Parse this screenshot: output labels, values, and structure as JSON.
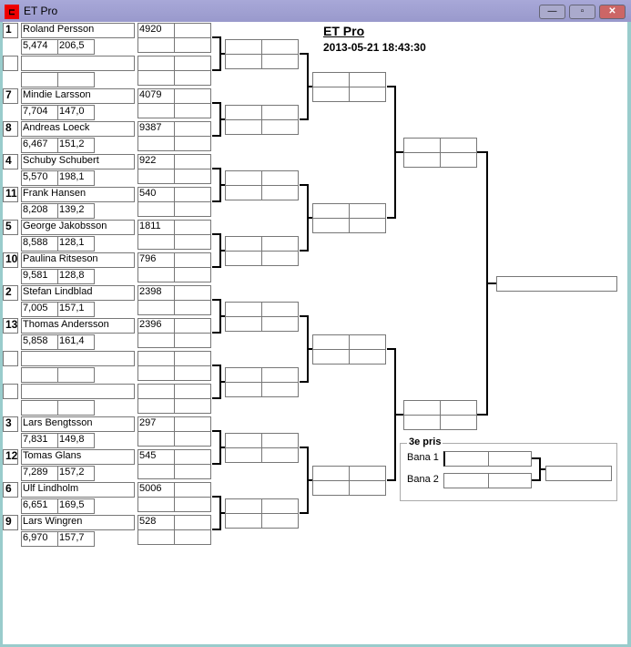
{
  "window": {
    "title": "ET Pro",
    "minimize": "—",
    "maximize": "▫",
    "close": "✕"
  },
  "header": {
    "title": "ET Pro",
    "datetime": "2013-05-21 18:43:30"
  },
  "players": [
    {
      "seed": "1",
      "name": "Roland Persson",
      "stat1": "5,474",
      "stat2": "206,5",
      "score": "4920"
    },
    {
      "seed": "",
      "name": "",
      "stat1": "",
      "stat2": "",
      "score": ""
    },
    {
      "seed": "7",
      "name": "Mindie Larsson",
      "stat1": "7,704",
      "stat2": "147,0",
      "score": "4079"
    },
    {
      "seed": "8",
      "name": "Andreas Loeck",
      "stat1": "6,467",
      "stat2": "151,2",
      "score": "9387"
    },
    {
      "seed": "4",
      "name": "Schuby Schubert",
      "stat1": "5,570",
      "stat2": "198,1",
      "score": "922"
    },
    {
      "seed": "11",
      "name": "Frank Hansen",
      "stat1": "8,208",
      "stat2": "139,2",
      "score": "540"
    },
    {
      "seed": "5",
      "name": "George Jakobsson",
      "stat1": "8,588",
      "stat2": "128,1",
      "score": "1811"
    },
    {
      "seed": "10",
      "name": "Paulina Ritseson",
      "stat1": "9,581",
      "stat2": "128,8",
      "score": "796"
    },
    {
      "seed": "2",
      "name": "Stefan Lindblad",
      "stat1": "7,005",
      "stat2": "157,1",
      "score": "2398"
    },
    {
      "seed": "13",
      "name": "Thomas Andersson",
      "stat1": "5,858",
      "stat2": "161,4",
      "score": "2396"
    },
    {
      "seed": "",
      "name": "",
      "stat1": "",
      "stat2": "",
      "score": ""
    },
    {
      "seed": "",
      "name": "",
      "stat1": "",
      "stat2": "",
      "score": ""
    },
    {
      "seed": "3",
      "name": "Lars Bengtsson",
      "stat1": "7,831",
      "stat2": "149,8",
      "score": "297"
    },
    {
      "seed": "12",
      "name": "Tomas Glans",
      "stat1": "7,289",
      "stat2": "157,2",
      "score": "545"
    },
    {
      "seed": "6",
      "name": "Ulf Lindholm",
      "stat1": "6,651",
      "stat2": "169,5",
      "score": "5006"
    },
    {
      "seed": "9",
      "name": "Lars Wingren",
      "stat1": "6,970",
      "stat2": "157,7",
      "score": "528"
    }
  ],
  "third_place": {
    "label": "3e pris",
    "lane1": "Bana 1",
    "lane2": "Bana 2"
  }
}
